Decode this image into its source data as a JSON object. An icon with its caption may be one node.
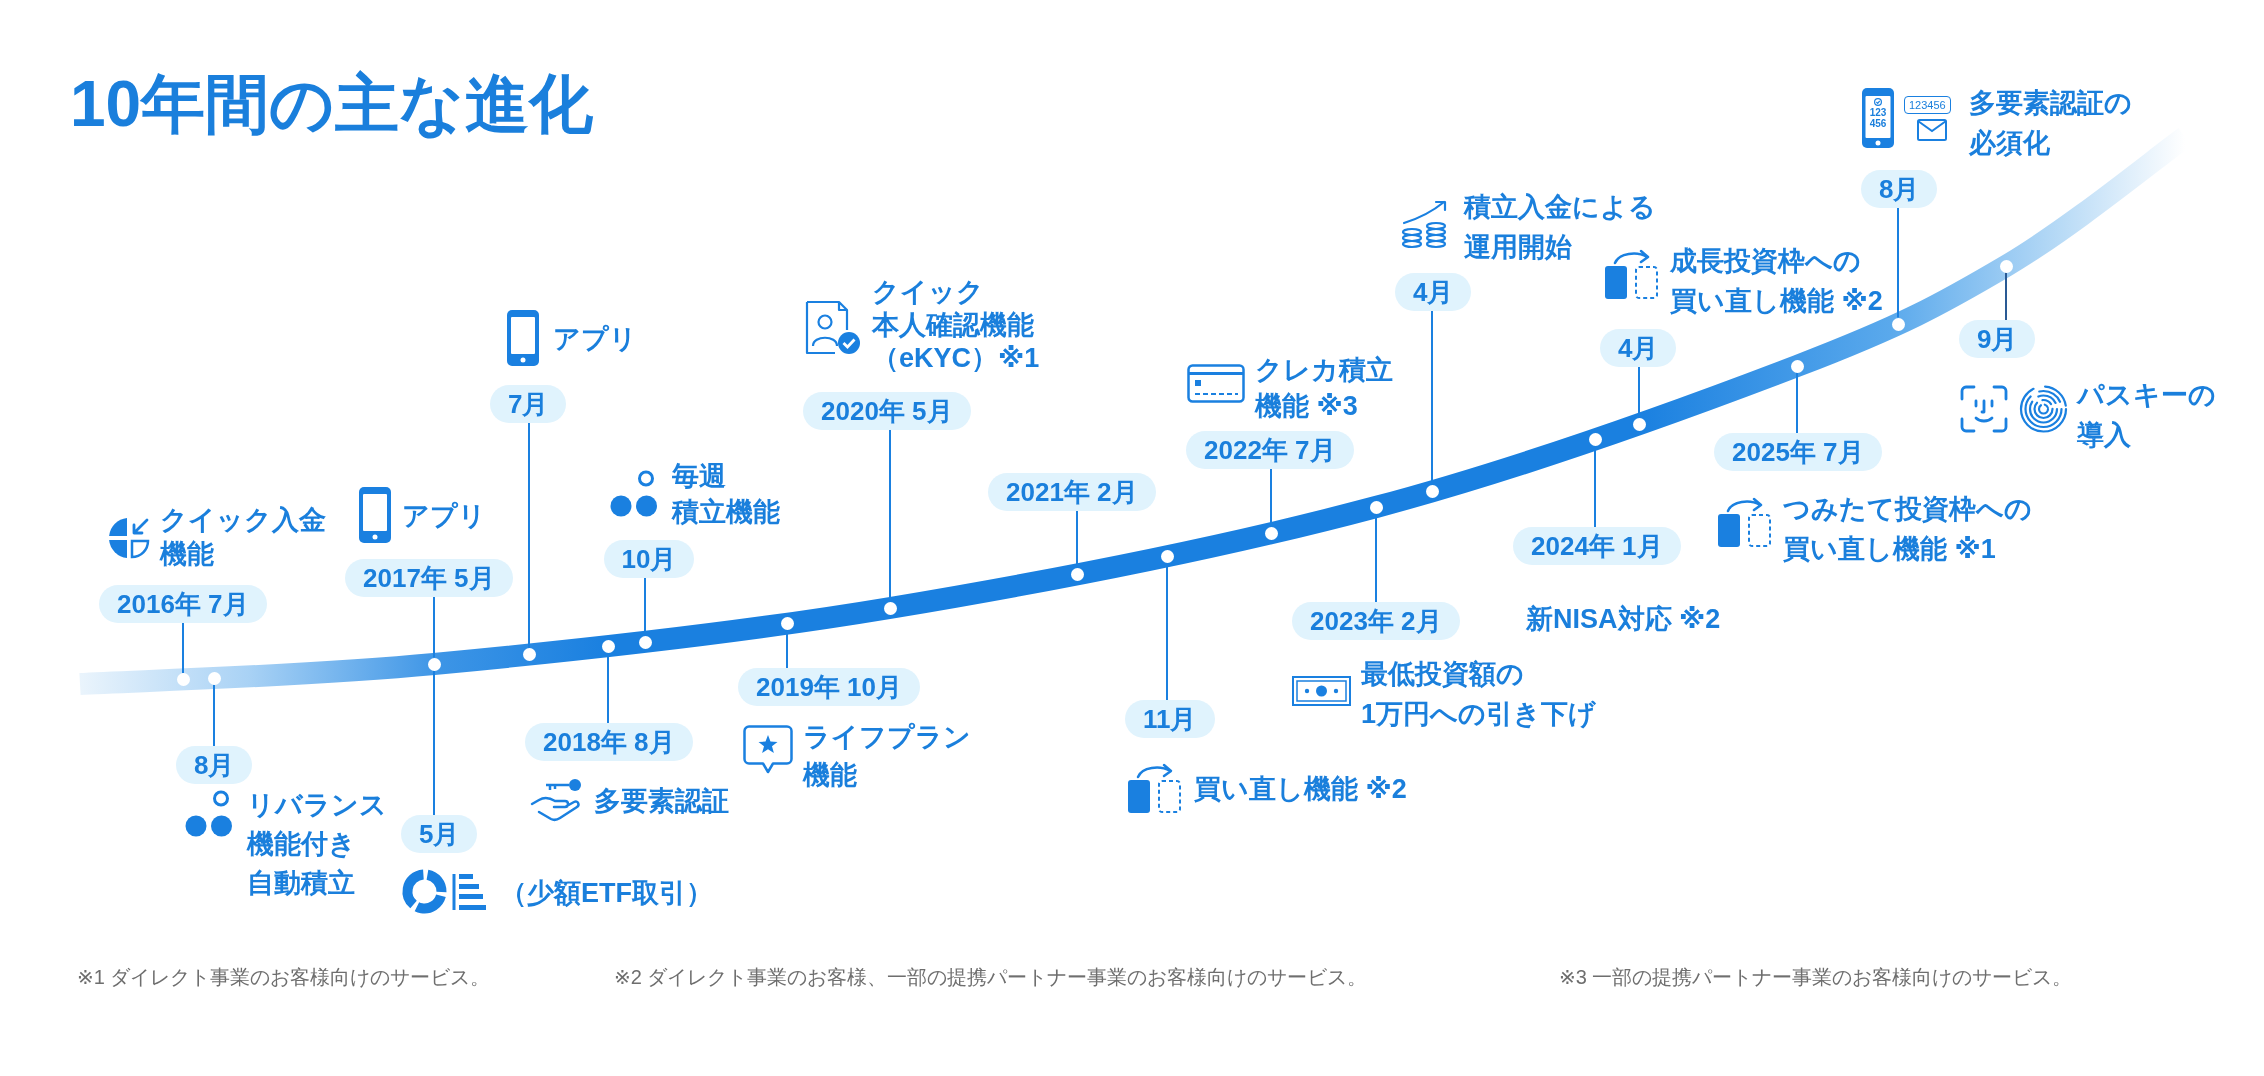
{
  "diagram": {
    "title": "10年間の主な進化",
    "nodes": [
      {
        "text": [
          "2016年 7月"
        ],
        "beside": [
          "クイック入金機能"
        ]
      },
      {
        "text": [],
        "shape": "circle"
      },
      {
        "text": [
          "8月"
        ],
        "beside": [
          "リバランス機能付き自動積立"
        ]
      },
      {
        "text": [],
        "shape": "circle"
      },
      {
        "text": [
          "2017年 5月"
        ],
        "beside": [
          "アプリ"
        ]
      },
      {
        "text": [],
        "shape": "circle"
      },
      {
        "text": [
          "5月"
        ],
        "beside": [
          "（少額ETF取引）"
        ]
      },
      {
        "text": [
          "7月"
        ],
        "beside": [
          "アプリ"
        ]
      },
      {
        "text": [],
        "shape": "circle"
      },
      {
        "text": [
          "2018年 8月"
        ],
        "beside": [
          "多要素認証"
        ]
      },
      {
        "text": [],
        "shape": "circle"
      },
      {
        "text": [
          "10月"
        ],
        "beside": [
          "毎週積立機能"
        ]
      },
      {
        "text": [],
        "shape": "circle"
      },
      {
        "text": [
          "2019年 10月"
        ],
        "beside": [
          "ライフプラン機能"
        ]
      },
      {
        "text": [],
        "shape": "circle"
      },
      {
        "text": [
          "2020年 5月"
        ],
        "beside": [
          "クイック本人確認機能（eKYC）※1"
        ]
      },
      {
        "text": [],
        "shape": "circle"
      },
      {
        "text": [
          "2021年 2月"
        ]
      },
      {
        "text": [],
        "shape": "circle"
      },
      {
        "text": [
          "11月"
        ],
        "beside": [
          "買い直し機能 ※2"
        ]
      },
      {
        "text": [],
        "shape": "circle"
      },
      {
        "text": [
          "2022年 7月"
        ],
        "beside": [
          "クレカ積立機能 ※3"
        ]
      },
      {
        "text": [],
        "shape": "circle"
      },
      {
        "text": [
          "2023年 2月"
        ],
        "beside": [
          "最低投資額の1万円への引き下げ"
        ]
      },
      {
        "text": [],
        "shape": "circle"
      },
      {
        "text": [
          "4月"
        ],
        "beside": [
          "積立入金による運用開始"
        ]
      },
      {
        "text": [],
        "shape": "circle"
      },
      {
        "text": [
          "2024年 1月"
        ],
        "beside": [
          "新NISA対応 ※2"
        ]
      },
      {
        "text": [],
        "shape": "circle"
      },
      {
        "text": [
          "4月"
        ],
        "beside": [
          "成長投資枠への買い直し機能 ※2"
        ]
      },
      {
        "text": [],
        "shape": "circle"
      },
      {
        "text": [
          "2025年 7月"
        ],
        "beside": [
          "つみたて投資枠への買い直し機能 ※1"
        ]
      },
      {
        "text": [],
        "shape": "circle"
      },
      {
        "text": [
          "8月"
        ],
        "beside": [
          "多要素認証の必須化"
        ]
      },
      {
        "text": [],
        "shape": "circle"
      },
      {
        "text": [
          "9月"
        ],
        "beside": [
          "パスキーの導入"
        ]
      },
      {
        "text": [],
        "shape": "circle"
      }
    ],
    "edges": [
      {
        "from": 0,
        "to": 1,
        "arrow": "none"
      },
      {
        "from": 2,
        "to": 3,
        "arrow": "none"
      },
      {
        "from": 4,
        "to": 5,
        "arrow": "none"
      },
      {
        "from": 6,
        "to": 5,
        "arrow": "none"
      },
      {
        "from": 7,
        "to": 8,
        "arrow": "none"
      },
      {
        "from": 9,
        "to": 10,
        "arrow": "none"
      },
      {
        "from": 11,
        "to": 12,
        "arrow": "none"
      },
      {
        "from": 13,
        "to": 14,
        "arrow": "none"
      },
      {
        "from": 15,
        "to": 16,
        "arrow": "none"
      },
      {
        "from": 17,
        "to": 18,
        "arrow": "none"
      },
      {
        "from": 19,
        "to": 20,
        "arrow": "none"
      },
      {
        "from": 21,
        "to": 22,
        "arrow": "none"
      },
      {
        "from": 23,
        "to": 24,
        "arrow": "none"
      },
      {
        "from": 25,
        "to": 26,
        "arrow": "none"
      },
      {
        "from": 27,
        "to": 28,
        "arrow": "none"
      },
      {
        "from": 29,
        "to": 30,
        "arrow": "none"
      },
      {
        "from": 31,
        "to": 32,
        "arrow": "none"
      },
      {
        "from": 33,
        "to": 34,
        "arrow": "none"
      },
      {
        "from": 35,
        "to": 36,
        "arrow": "none",
        "color": "#2a5a94"
      }
    ],
    "labels": [
      "123 456",
      "123456",
      "※1 ダイレクト事業のお客様向けのサービス。",
      "※2 ダイレクト事業のお客様、一部の提携パートナー事業のお客様向けのサービス。",
      "※3 一部の提携パートナー事業のお客様向けのサービス。"
    ]
  }
}
